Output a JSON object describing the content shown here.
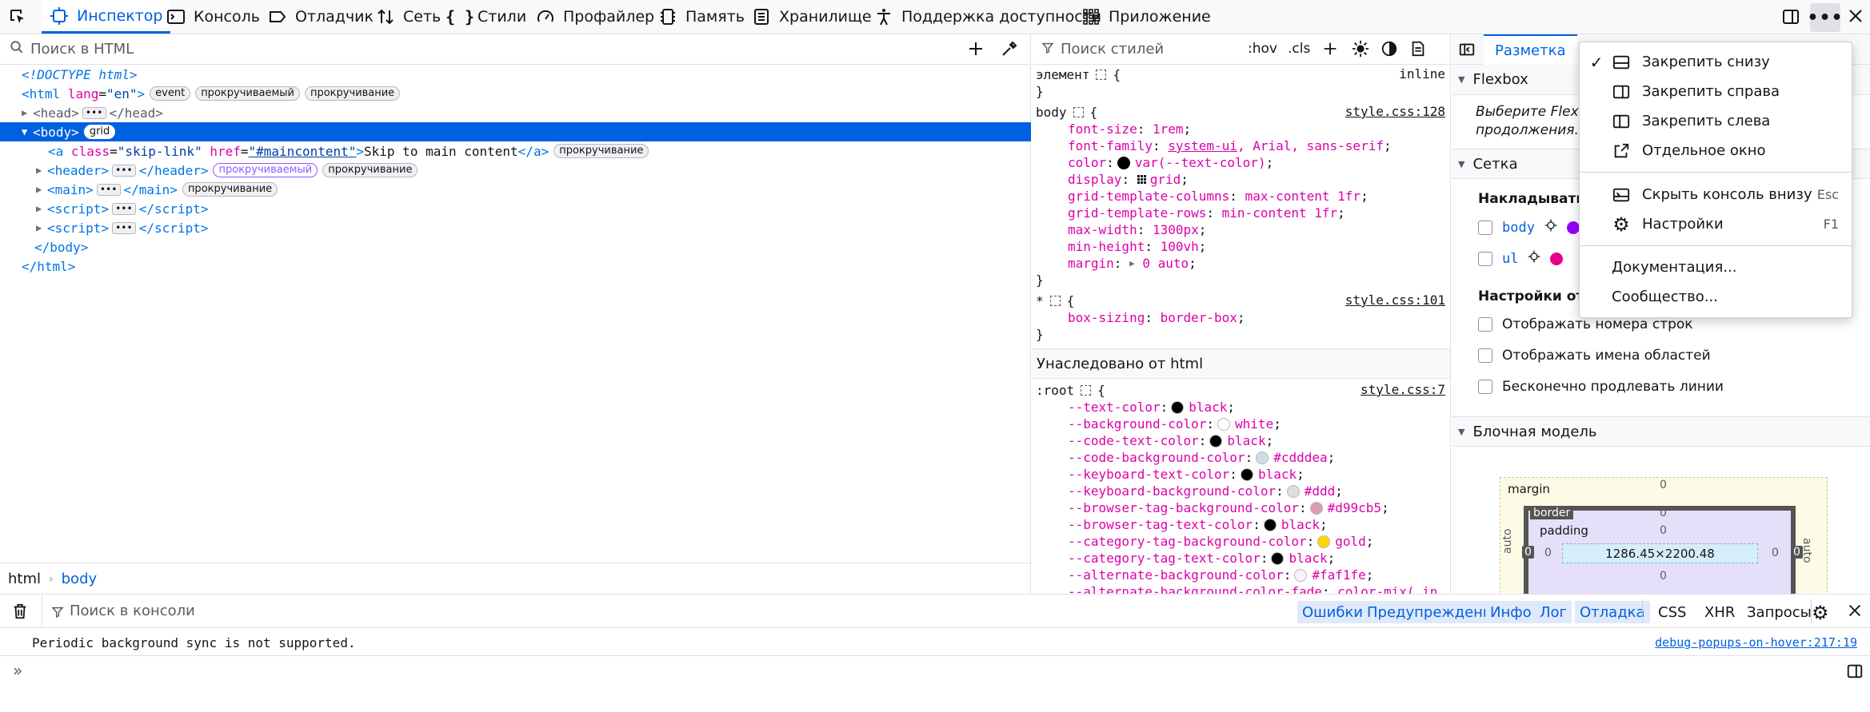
{
  "toolbar": {
    "tabs": [
      {
        "label": "Инспектор"
      },
      {
        "label": "Консоль"
      },
      {
        "label": "Отладчик"
      },
      {
        "label": "Сеть"
      },
      {
        "label": "Стили"
      },
      {
        "label": "Профайлер"
      },
      {
        "label": "Память"
      },
      {
        "label": "Хранилище"
      },
      {
        "label": "Поддержка доступности"
      },
      {
        "label": "Приложение"
      }
    ],
    "active_tab": "Инспектор",
    "accent_color": "#0061e0"
  },
  "html_panel": {
    "search_placeholder": "Поиск в HTML",
    "lines": {
      "doctype": "<!DOCTYPE html>",
      "html_tag": "html",
      "html_attr": "lang",
      "html_val": "\"en\"",
      "html_badges": [
        "event",
        "прокручиваемый",
        "прокручивание"
      ],
      "head": "head",
      "body": "body",
      "body_badge": "grid",
      "a_tag": "a",
      "a_attr1": "class",
      "a_val1": "\"skip-link\"",
      "a_attr2": "href",
      "a_val2": "\"#maincontent\"",
      "a_text": "Skip to main content",
      "a_badge": "прокручивание",
      "header": "header",
      "header_badges": [
        "прокручиваемый",
        "прокручивание"
      ],
      "main": "main",
      "main_badge": "прокручивание",
      "script": "script",
      "body_close": "</body>",
      "html_close": "</html>"
    },
    "breadcrumbs": [
      "html",
      "body"
    ]
  },
  "rules_panel": {
    "search_placeholder": "Поиск стилей",
    "hov": ":hov",
    "cls": ".cls",
    "element_rule": {
      "selector": "элемент",
      "source": "inline"
    },
    "body_rule": {
      "selector": "body",
      "source": "style.css:128",
      "declarations": [
        {
          "prop": "font-size",
          "value": "1rem"
        },
        {
          "prop": "font-family",
          "value": "system-ui",
          "rest": ", Arial, sans-serif"
        },
        {
          "prop": "color",
          "value": "var(--text-color)",
          "swatch": "#000000"
        },
        {
          "prop": "display",
          "value": "grid"
        },
        {
          "prop": "grid-template-columns",
          "value": "max-content 1fr"
        },
        {
          "prop": "grid-template-rows",
          "value": "min-content 1fr"
        },
        {
          "prop": "max-width",
          "value": "1300px"
        },
        {
          "prop": "min-height",
          "value": "100vh"
        },
        {
          "prop": "margin",
          "value": "0 auto"
        }
      ]
    },
    "star_rule": {
      "selector": "*",
      "source": "style.css:101",
      "prop": "box-sizing",
      "value": "border-box"
    },
    "inherited_header": "Унаследовано от html",
    "root_rule": {
      "selector": ":root",
      "source": "style.css:7",
      "declarations": [
        {
          "prop": "--text-color",
          "value": "black",
          "swatch": "#000000"
        },
        {
          "prop": "--background-color",
          "value": "white",
          "swatch": "#ffffff"
        },
        {
          "prop": "--code-text-color",
          "value": "black",
          "swatch": "#000000"
        },
        {
          "prop": "--code-background-color",
          "value": "#cdddea",
          "swatch": "#cdddea"
        },
        {
          "prop": "--keyboard-text-color",
          "value": "black",
          "swatch": "#000000"
        },
        {
          "prop": "--keyboard-background-color",
          "value": "#ddd",
          "swatch": "#dddddd"
        },
        {
          "prop": "--browser-tag-background-color",
          "value": "#d99cb5",
          "swatch": "#d99cb5"
        },
        {
          "prop": "--browser-tag-text-color",
          "value": "black",
          "swatch": "#000000"
        },
        {
          "prop": "--category-tag-background-color",
          "value": "gold",
          "swatch": "#ffd700"
        },
        {
          "prop": "--category-tag-text-color",
          "value": "black",
          "swatch": "#000000"
        },
        {
          "prop": "--alternate-background-color",
          "value": "#faf1fe",
          "swatch": "#faf1fe"
        },
        {
          "prop": "--alternate-background-color-fade",
          "value": "color-mix( in"
        }
      ]
    }
  },
  "layout_panel": {
    "tab": "Разметка",
    "flexbox_title": "Flexbox",
    "flexbox_hint": "Выберите Flex-",
    "flexbox_hint2": "продолжения.",
    "grid_title": "Сетка",
    "overlay_title": "Накладывать се",
    "grid_items": [
      {
        "label": "body",
        "color": "#9400ff"
      },
      {
        "label": "ul",
        "color": "#e8008a"
      }
    ],
    "display_title": "Настройки отоб",
    "options": [
      "Отображать номера строк",
      "Отображать имена областей",
      "Бесконечно продлевать линии"
    ],
    "boxmodel_title": "Блочная модель",
    "boxmodel": {
      "margin_label": "margin",
      "border_label": "border",
      "padding_label": "padding",
      "content": "1286.45×2200.48",
      "margin_top": "0",
      "margin_side": "auto",
      "border_top": "0",
      "border_left": "0",
      "border_right": "0",
      "padding_top": "0",
      "padding_left": "0",
      "padding_right": "0",
      "padding_bottom": "0"
    }
  },
  "console": {
    "filter_placeholder": "Поиск в консоли",
    "filters": [
      "Ошибки",
      "Предупреждения",
      "Инфо",
      "Лог",
      "Отладка"
    ],
    "plain_filters": [
      "CSS",
      "XHR",
      "Запросы"
    ],
    "message": "Periodic background sync is not supported.",
    "message_source": "debug-popups-on-hover:217:19"
  },
  "menu": {
    "items": [
      {
        "label": "Закрепить снизу",
        "checked": true
      },
      {
        "label": "Закрепить справа"
      },
      {
        "label": "Закрепить слева"
      },
      {
        "label": "Отдельное окно"
      },
      {
        "label": "Скрыть консоль внизу",
        "key": "Esc"
      },
      {
        "label": "Настройки",
        "key": "F1"
      },
      {
        "label": "Документация..."
      },
      {
        "label": "Сообщество..."
      }
    ]
  }
}
